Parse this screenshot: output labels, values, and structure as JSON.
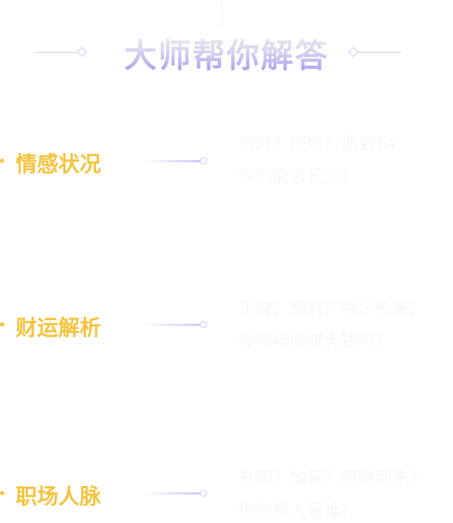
{
  "header": {
    "title": "大师帮你解答"
  },
  "sections": [
    {
      "label": "情感状况",
      "lines": [
        "何时？何地？遇到TA",
        "你们能否长久？"
      ]
    },
    {
      "label": "财运解析",
      "lines": [
        "正财？偏财？哪个先来？",
        "你今年能赚大钱吗？"
      ]
    },
    {
      "label": "职场人脉",
      "lines": [
        "升职？加薪？何时到来？",
        "你的贵人是谁？"
      ]
    }
  ],
  "colors": {
    "accent": "#f5c33b",
    "title_gradient_end": "#9c94ee"
  }
}
